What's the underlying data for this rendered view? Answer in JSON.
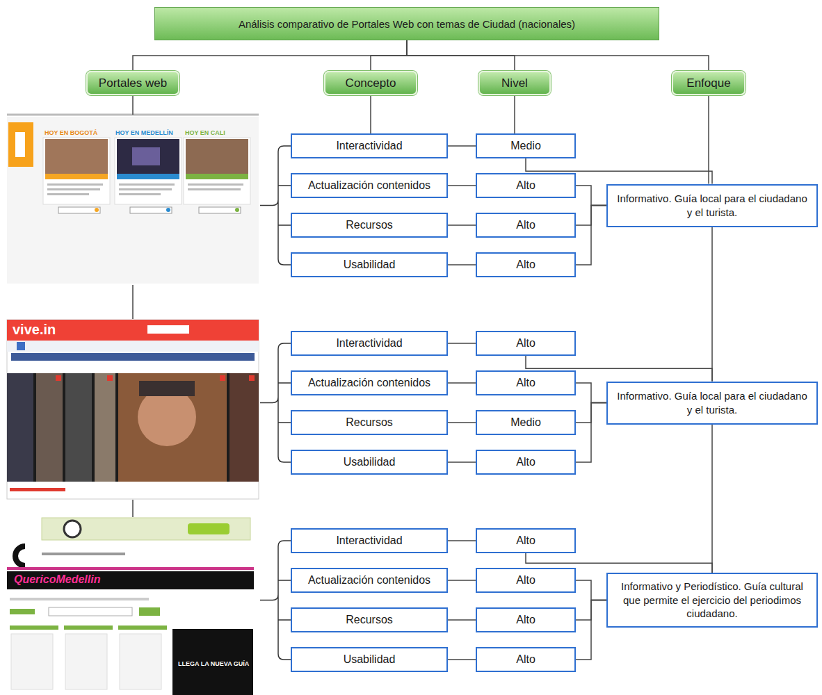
{
  "diagram": {
    "nodes": [
      {
        "text": [
          "Análisis comparativo de Portales Web con temas de Ciudad (nacionales)"
        ]
      },
      {
        "text": [
          "Portales web"
        ]
      },
      {
        "text": [
          "Concepto"
        ]
      },
      {
        "text": [
          "Nivel"
        ]
      },
      {
        "text": [
          "Enfoque"
        ]
      },
      {
        "text": [
          "Interactividad"
        ]
      },
      {
        "text": [
          "Medio"
        ]
      },
      {
        "text": [
          "Actualización contenidos"
        ]
      },
      {
        "text": [
          "Alto"
        ]
      },
      {
        "text": [
          "Recursos"
        ]
      },
      {
        "text": [
          "Alto"
        ]
      },
      {
        "text": [
          "Usabilidad"
        ]
      },
      {
        "text": [
          "Alto"
        ]
      },
      {
        "text": [
          "Informativo. Guía local para el ciudadano y el turista."
        ]
      },
      {
        "text": [
          "Interactividad"
        ]
      },
      {
        "text": [
          "Alto"
        ]
      },
      {
        "text": [
          "Actualización contenidos"
        ]
      },
      {
        "text": [
          "Alto"
        ]
      },
      {
        "text": [
          "Recursos"
        ]
      },
      {
        "text": [
          "Medio"
        ]
      },
      {
        "text": [
          "Usabilidad"
        ]
      },
      {
        "text": [
          "Alto"
        ]
      },
      {
        "text": [
          "Informativo. Guía local para el ciudadano y el turista."
        ]
      },
      {
        "text": [
          "Interactividad"
        ]
      },
      {
        "text": [
          "Alto"
        ]
      },
      {
        "text": [
          "Actualización contenidos"
        ]
      },
      {
        "text": [
          "Alto"
        ]
      },
      {
        "text": [
          "Recursos"
        ]
      },
      {
        "text": [
          "Alto"
        ]
      },
      {
        "text": [
          "Usabilidad"
        ]
      },
      {
        "text": [
          "Alto"
        ]
      },
      {
        "text": [
          "Informativo y Periodístico. Guía cultural que permite el ejercicio del periodimos ciudadano."
        ]
      }
    ],
    "edges": [
      {
        "from": 0,
        "to": 1,
        "arrow": "none"
      },
      {
        "from": 0,
        "to": 2,
        "arrow": "none"
      },
      {
        "from": 0,
        "to": 3,
        "arrow": "none"
      },
      {
        "from": 0,
        "to": 4,
        "arrow": "none"
      },
      {
        "from": 2,
        "to": 5,
        "arrow": "none"
      },
      {
        "from": 3,
        "to": 6,
        "arrow": "none"
      },
      {
        "from": 4,
        "to": 13,
        "arrow": "none"
      },
      {
        "from": 13,
        "to": 22,
        "arrow": "none"
      },
      {
        "from": 22,
        "to": 31,
        "arrow": "none"
      },
      {
        "from": 5,
        "to": 6,
        "arrow": "none"
      },
      {
        "from": 7,
        "to": 8,
        "arrow": "none"
      },
      {
        "from": 9,
        "to": 10,
        "arrow": "none"
      },
      {
        "from": 11,
        "to": 12,
        "arrow": "none"
      },
      {
        "from": 14,
        "to": 15,
        "arrow": "none"
      },
      {
        "from": 16,
        "to": 17,
        "arrow": "none"
      },
      {
        "from": 18,
        "to": 19,
        "arrow": "none"
      },
      {
        "from": 20,
        "to": 21,
        "arrow": "none"
      },
      {
        "from": 23,
        "to": 24,
        "arrow": "none"
      },
      {
        "from": 25,
        "to": 26,
        "arrow": "none"
      },
      {
        "from": 27,
        "to": 28,
        "arrow": "none"
      },
      {
        "from": 29,
        "to": 30,
        "arrow": "none"
      },
      {
        "from": 6,
        "to": 13,
        "arrow": "none"
      },
      {
        "from": 8,
        "to": 13,
        "arrow": "none"
      },
      {
        "from": 10,
        "to": 13,
        "arrow": "none"
      },
      {
        "from": 12,
        "to": 13,
        "arrow": "none"
      },
      {
        "from": 15,
        "to": 22,
        "arrow": "none"
      },
      {
        "from": 17,
        "to": 22,
        "arrow": "none"
      },
      {
        "from": 19,
        "to": 22,
        "arrow": "none"
      },
      {
        "from": 21,
        "to": 22,
        "arrow": "none"
      },
      {
        "from": 24,
        "to": 31,
        "arrow": "none"
      },
      {
        "from": 26,
        "to": 31,
        "arrow": "none"
      },
      {
        "from": 28,
        "to": 31,
        "arrow": "none"
      },
      {
        "from": 30,
        "to": 31,
        "arrow": "none"
      }
    ],
    "labels": [
      "HOY EN BOGOTÁ",
      "HOY EN MEDELLÍN",
      "HOY EN CALI",
      "vive.in",
      "QuericoMedellin",
      "LLEGA LA NUEVA GUÍA"
    ]
  }
}
